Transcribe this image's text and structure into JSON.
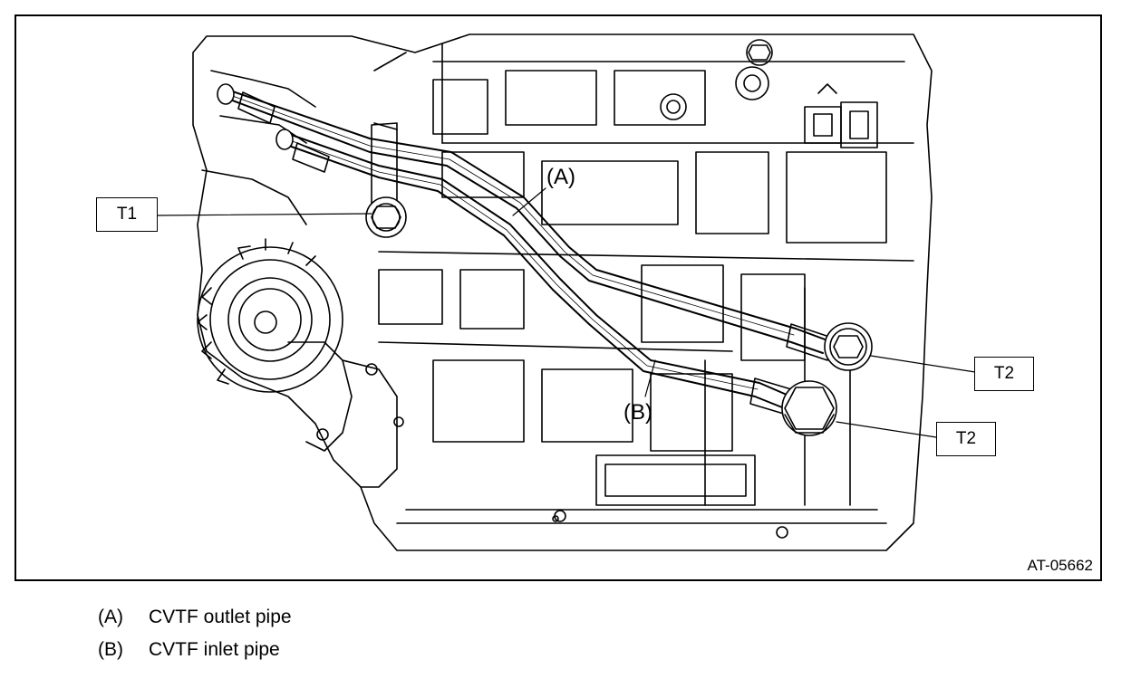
{
  "figure": {
    "id": "AT-05662",
    "callouts": {
      "t1": "T1",
      "t2_upper": "T2",
      "t2_lower": "T2"
    },
    "pipe_labels": {
      "a": "(A)",
      "b": "(B)"
    }
  },
  "legend": [
    {
      "key": "(A)",
      "text": "CVTF outlet pipe"
    },
    {
      "key": "(B)",
      "text": "CVTF inlet pipe"
    }
  ]
}
